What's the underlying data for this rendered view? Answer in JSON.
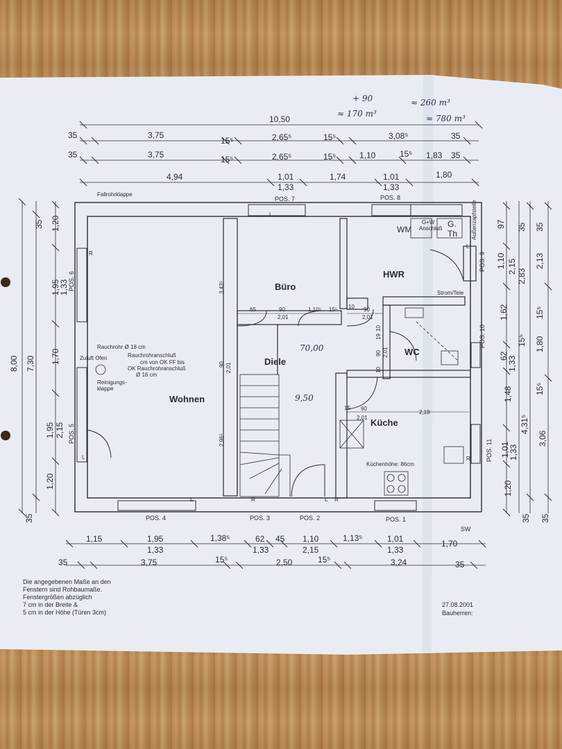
{
  "image": {
    "subject": "Photograph of a printed ground-floor plan on a wooden table",
    "paper_color": "#e9edf3",
    "ink_color": "#2a2a30",
    "pen_color": "#2b2f4a",
    "wood_color": "#b98a55"
  },
  "dimensions": {
    "top": {
      "overall": "10,50",
      "row1": [
        "35",
        "3,75",
        "15⁵",
        "2,65⁵",
        "15⁵",
        "3,08⁵",
        "35"
      ],
      "row2": [
        "35",
        "3,75",
        "15⁵",
        "2,65⁵",
        "15⁵",
        "1,10",
        "15⁵",
        "1,83",
        "35"
      ],
      "row3": [
        "4,94",
        "1,01",
        "1,33",
        "1,74",
        "1,01",
        "1,33",
        "1,80"
      ]
    },
    "bottom": {
      "row1": [
        "1,15",
        "1,95",
        "1,33",
        "1,38⁵",
        "62",
        "45",
        "1,33",
        "1,10",
        "2,15",
        "1,13⁵",
        "1,01",
        "1,33",
        "1,70"
      ],
      "row2": [
        "35",
        "3,75",
        "15⁵",
        "2,50",
        "15⁵",
        "3,24",
        "35"
      ]
    },
    "left": {
      "overall": "8,00",
      "total_inner": "7,30",
      "col_a": [
        "35",
        "1,20",
        "1,95",
        "1,70",
        "1,95",
        "1,20",
        "35"
      ],
      "col_b": [
        "1,33",
        "2,15"
      ]
    },
    "right": {
      "col_a": [
        "97",
        "1,10",
        "1,62",
        "62",
        "1,48",
        "1,01",
        "1,20"
      ],
      "col_b": [
        "2,15",
        "1,33",
        "1,33"
      ],
      "col_c": [
        "35",
        "2,83",
        "15⁵",
        "4,31⁵",
        "35"
      ],
      "col_d": [
        "35",
        "2,13",
        "15⁵",
        "1,80",
        "15⁵",
        "3,06",
        "35"
      ]
    },
    "interior": [
      "65",
      "90",
      "2,01",
      "1,10⁵",
      "15⁵",
      "10",
      "90",
      "2,01",
      "3,43⁵",
      "90",
      "2,01",
      "2,96⁵",
      "10",
      "19",
      "90",
      "2,01",
      "10",
      "15",
      "90",
      "2,01",
      "2,19"
    ]
  },
  "rooms": [
    {
      "name": "Wohnen"
    },
    {
      "name": "Büro"
    },
    {
      "name": "HWR"
    },
    {
      "name": "Diele"
    },
    {
      "name": "WC"
    },
    {
      "name": "Küche"
    }
  ],
  "fixtures": {
    "wm": "WM",
    "gw": "G+W",
    "anschluss": "Anschluß",
    "gth_1": "G.",
    "gth_2": "Th",
    "strom": "Strom/Tele",
    "aussen": "Außenzapfstelle",
    "fallrohr": "Fallrohrklappe",
    "rauchrohr": "Rauchrohr Ø 18 cm",
    "zuluft": "Zuluft Ofen",
    "rauchanschluss_1": "Rauchrohranschluß",
    "rauchanschluss_2": "cm von OK FF bis",
    "rauchanschluss_3": "OK Rauchrohranschluß",
    "rauchanschluss_4": "Ø 16 cm",
    "reinigung_1": "Reinigungs-",
    "reinigung_2": "klappe",
    "kuechenhoehe": "Küchenhöhe: 86cm",
    "r": "R",
    "l": "L",
    "sw": "SW"
  },
  "positions": [
    "POS. 7",
    "POS. 8",
    "POS. 9",
    "POS. 10",
    "POS. 11",
    "POS. 1",
    "POS. 2",
    "POS. 3",
    "POS. 4",
    "POS. 5",
    "POS. 6"
  ],
  "handwriting": {
    "note_1": "+ 90",
    "note_2": "≈ 170 m³",
    "note_3": "≈ 260 m³",
    "note_4": "≈ 780 m³",
    "diele_1": "70,00",
    "diele_2": "9,50"
  },
  "notes": [
    "Die angegebenen Maße an den",
    "Fenstern sind Rohbaumaße.",
    "Fenstergrößen abzüglich",
    "7 cm in der Breite &",
    "5 cm in der Höhe (Türen 3cm)"
  ],
  "date": "27.08.2001",
  "bauherren": "Bauherren:"
}
